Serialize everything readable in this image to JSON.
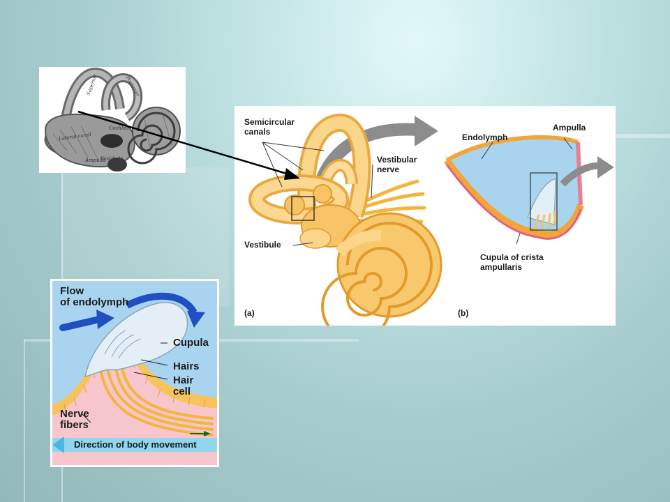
{
  "figure_b_bony": {
    "labels": {
      "superior": "Superior",
      "posterior": "Posterior",
      "lateral": "Lateral canal",
      "vestibule": "Vestibule",
      "ampulla": "Ampulla",
      "cochlea": "Cochlea"
    }
  },
  "figure_a_inner_ear": {
    "labels": {
      "semicircular_canals": [
        "Semicircular",
        "canals"
      ],
      "vestibular_nerve": [
        "Vestibular",
        "nerve"
      ],
      "vestibule": "Vestibule",
      "panel_a": "(a)",
      "endolymph": "Endolymph",
      "ampulla": "Ampulla",
      "cupula_crista": [
        "Cupula of crista",
        "ampullaris"
      ],
      "panel_b": "(b)"
    }
  },
  "figure_c_crista": {
    "labels": {
      "flow_of_endolymph": [
        "Flow",
        "of endolymph"
      ],
      "cupula": "Cupula",
      "hairs": "Hairs",
      "hair_cell": [
        "Hair",
        "cell"
      ],
      "nerve_fibers": [
        "Nerve",
        "fibers"
      ],
      "direction_of_body_movement": "Direction of body movement"
    }
  },
  "colors": {
    "slide_teal": "#a7cccd",
    "membrane_yellow": "#f6c35c",
    "endolymph_blue": "#a8d4f0",
    "arrow_blue": "#1f4fc0",
    "arrow_grey": "#8c8c8c",
    "bar_cyan": "#8fd6ee"
  }
}
